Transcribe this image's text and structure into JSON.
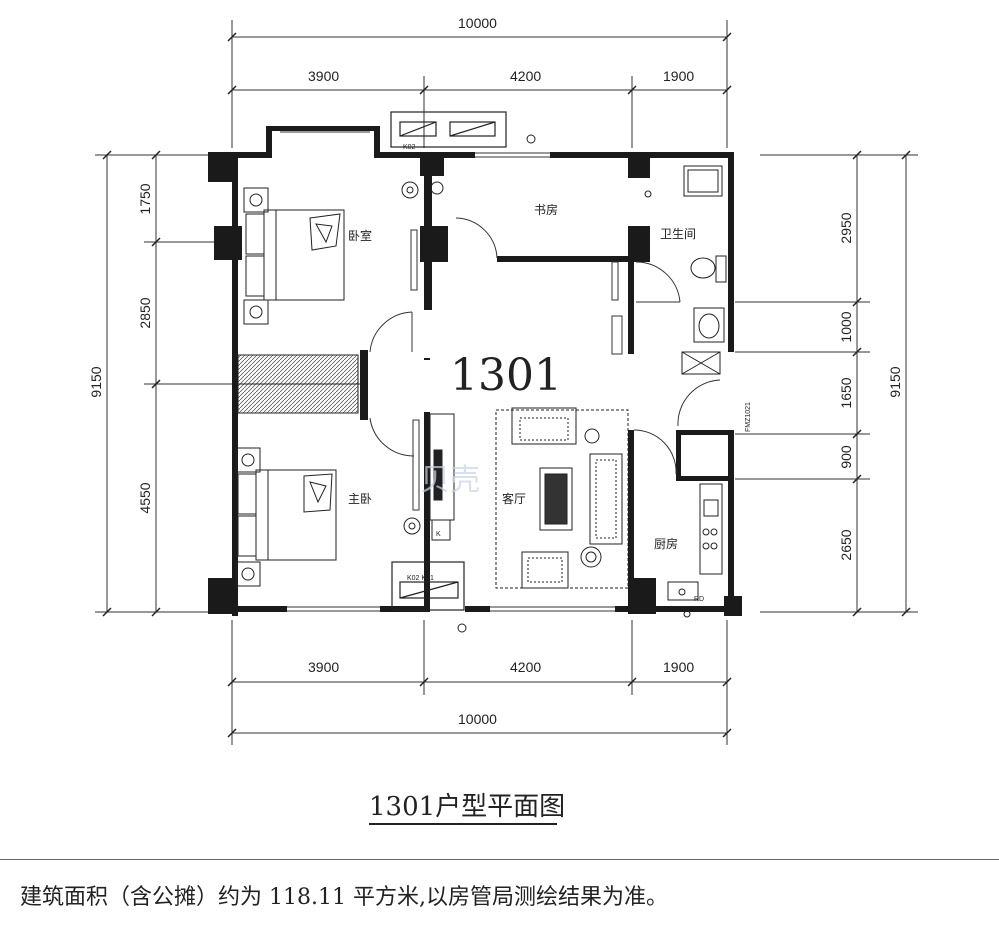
{
  "unit_number": "1301",
  "dimensions": {
    "top_total": "10000",
    "top_segments": [
      "3900",
      "4200",
      "1900"
    ],
    "bottom_segments": [
      "3900",
      "4200",
      "1900"
    ],
    "bottom_total": "10000",
    "left_total": "9150",
    "left_segments": [
      "1750",
      "2850",
      "4550"
    ],
    "right_total": "9150",
    "right_segments": [
      "2950",
      "1000",
      "1650",
      "900",
      "2650"
    ]
  },
  "rooms": {
    "bedroom": "卧室",
    "study": "书房",
    "bathroom": "卫生间",
    "master_bedroom": "主卧",
    "living_room": "客厅",
    "kitchen": "厨房"
  },
  "codes": {
    "door_fm": "FMZ1021",
    "ac_top": "K02",
    "ac_bottom": "K02 K01",
    "kitchen_mark": "RD",
    "wardrobe_k": "K"
  },
  "caption": "1301户型平面图",
  "note": "建筑面积（含公摊）约为 118.11 平方米,以房管局测绘结果为准。"
}
